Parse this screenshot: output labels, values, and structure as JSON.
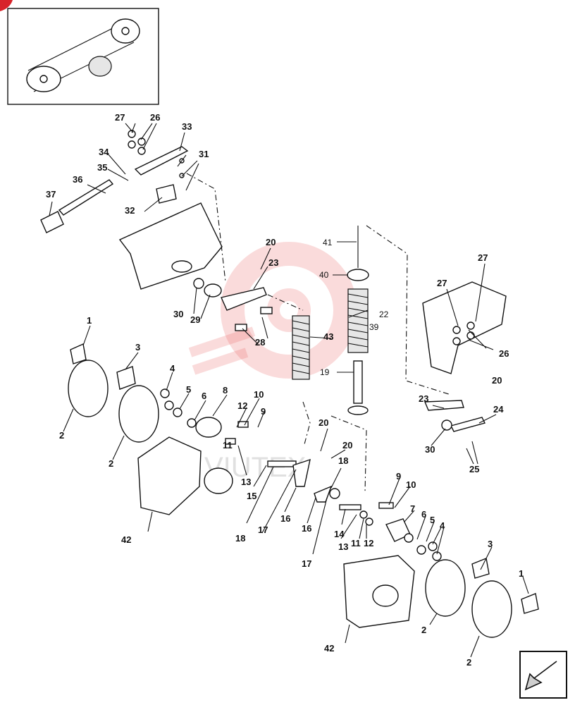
{
  "diagram": {
    "callouts": [
      {
        "id": "c27a",
        "text": "27"
      },
      {
        "id": "c26a",
        "text": "26"
      },
      {
        "id": "c33",
        "text": "33"
      },
      {
        "id": "c34",
        "text": "34"
      },
      {
        "id": "c35",
        "text": "35"
      },
      {
        "id": "c36",
        "text": "36"
      },
      {
        "id": "c31",
        "text": "31"
      },
      {
        "id": "c37",
        "text": "37"
      },
      {
        "id": "c32",
        "text": "32"
      },
      {
        "id": "c41",
        "text": "41"
      },
      {
        "id": "c20a",
        "text": "20"
      },
      {
        "id": "c23a",
        "text": "23"
      },
      {
        "id": "c40",
        "text": "40"
      },
      {
        "id": "c27b",
        "text": "27"
      },
      {
        "id": "c27c",
        "text": "27"
      },
      {
        "id": "c22",
        "text": "22"
      },
      {
        "id": "c30a",
        "text": "30"
      },
      {
        "id": "c29",
        "text": "29"
      },
      {
        "id": "c28",
        "text": "28"
      },
      {
        "id": "c39",
        "text": "39"
      },
      {
        "id": "c26b",
        "text": "26"
      },
      {
        "id": "c43",
        "text": "43"
      },
      {
        "id": "c1a",
        "text": "1"
      },
      {
        "id": "c3a",
        "text": "3"
      },
      {
        "id": "c19",
        "text": "19"
      },
      {
        "id": "c20b",
        "text": "20"
      },
      {
        "id": "c4a",
        "text": "4"
      },
      {
        "id": "c5a",
        "text": "5"
      },
      {
        "id": "c6a",
        "text": "6"
      },
      {
        "id": "c8",
        "text": "8"
      },
      {
        "id": "c10a",
        "text": "10"
      },
      {
        "id": "c23b",
        "text": "23"
      },
      {
        "id": "c24",
        "text": "24"
      },
      {
        "id": "c12a",
        "text": "12"
      },
      {
        "id": "c9a",
        "text": "9"
      },
      {
        "id": "c2a",
        "text": "2"
      },
      {
        "id": "c2b",
        "text": "2"
      },
      {
        "id": "c20c",
        "text": "20"
      },
      {
        "id": "c30b",
        "text": "30"
      },
      {
        "id": "c11a",
        "text": "11"
      },
      {
        "id": "c20d",
        "text": "20"
      },
      {
        "id": "c25",
        "text": "25"
      },
      {
        "id": "c18a",
        "text": "18"
      },
      {
        "id": "c13a",
        "text": "13"
      },
      {
        "id": "c15",
        "text": "15"
      },
      {
        "id": "c9b",
        "text": "9"
      },
      {
        "id": "c10b",
        "text": "10"
      },
      {
        "id": "c16a",
        "text": "16"
      },
      {
        "id": "c16b",
        "text": "16"
      },
      {
        "id": "c7",
        "text": "7"
      },
      {
        "id": "c17a",
        "text": "17"
      },
      {
        "id": "c18b",
        "text": "18"
      },
      {
        "id": "c14",
        "text": "14"
      },
      {
        "id": "c6b",
        "text": "6"
      },
      {
        "id": "c5b",
        "text": "5"
      },
      {
        "id": "c4b",
        "text": "4"
      },
      {
        "id": "c13b",
        "text": "13"
      },
      {
        "id": "c11b",
        "text": "11"
      },
      {
        "id": "c12b",
        "text": "12"
      },
      {
        "id": "c42a",
        "text": "42"
      },
      {
        "id": "c17b",
        "text": "17"
      },
      {
        "id": "c3b",
        "text": "3"
      },
      {
        "id": "c1b",
        "text": "1"
      },
      {
        "id": "c42b",
        "text": "42"
      },
      {
        "id": "c2c",
        "text": "2"
      },
      {
        "id": "c2d",
        "text": "2"
      }
    ],
    "watermark_text": "VIUTEX"
  }
}
